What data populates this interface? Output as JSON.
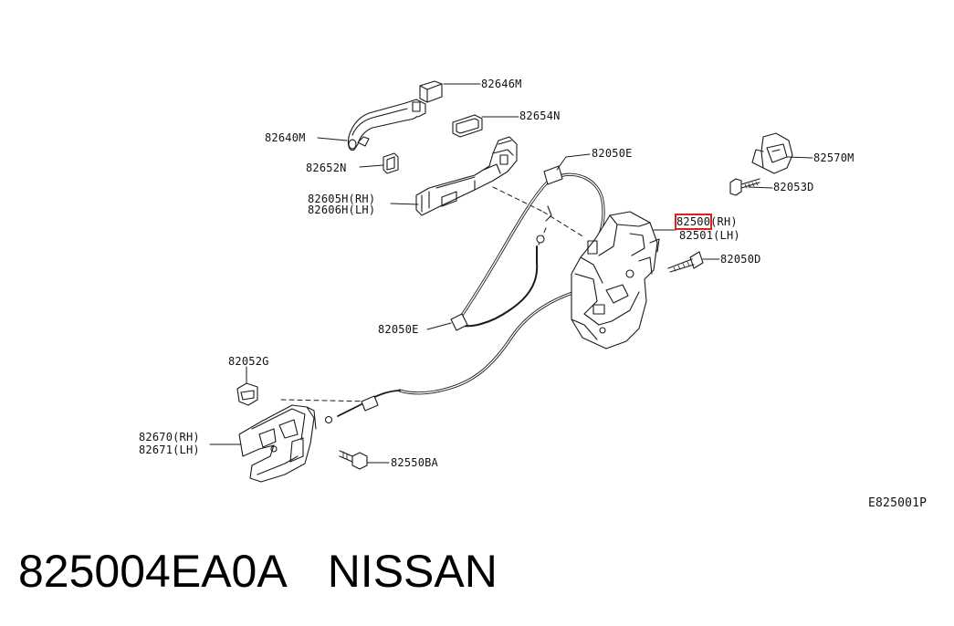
{
  "diagram": {
    "labels": {
      "l82646M": "82646M",
      "l82654N": "82654N",
      "l82640M": "82640M",
      "l82652N": "82652N",
      "l82605H": "82605H(RH)",
      "l82606H": "82606H(LH)",
      "l82050E_top": "82050E",
      "l82050E_bottom": "82050E",
      "l82570M": "82570M",
      "l82053D": "82053D",
      "l82500_part": "82500",
      "l82500_side": "(RH)",
      "l82501": "82501(LH)",
      "l82050D": "82050D",
      "l82052G": "82052G",
      "l82670": "82670(RH)",
      "l82671": "82671(LH)",
      "l82550BA": "82550BA",
      "figure_id": "E825001P"
    },
    "highlighted_part": "82500",
    "highlight_color": "#e02020"
  },
  "caption": {
    "part_number": "825004EA0A",
    "brand": "NISSAN"
  }
}
